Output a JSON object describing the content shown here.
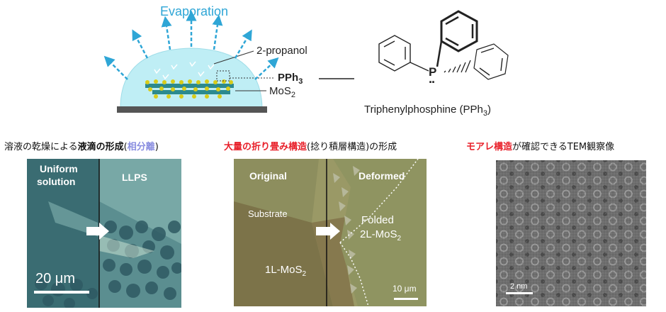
{
  "schematic": {
    "evaporation": "Evaporation",
    "solvent": "2-propanol",
    "ligand": "PPh",
    "ligand_sub": "3",
    "substrate_material": "MoS",
    "substrate_sub": "2"
  },
  "molecule": {
    "name": "Triphenylphosphine (PPh",
    "name_sub": "3",
    "name_end": ")",
    "atom": "P",
    "lone_pair": "··"
  },
  "captions": {
    "c1_pre": "溶液の乾燥による",
    "c1_bold": "液滴の形成",
    "c1_paren_open": "(",
    "c1_highlight": "相分離",
    "c1_paren_close": ")",
    "c2_highlight": "大量の折り畳み構造",
    "c2_rest": "(捻り積層構造)の形成",
    "c3_highlight": "モアレ構造",
    "c3_rest": "が確認できるTEM観察像"
  },
  "panel1": {
    "label_left_1": "Uniform",
    "label_left_2": "solution",
    "label_right": "LLPS",
    "scale": "20 μm"
  },
  "panel2": {
    "label_left": "Original",
    "label_right": "Deformed",
    "substrate": "Substrate",
    "folded_1": "Folded",
    "folded_2": "2L-MoS",
    "folded_sub": "2",
    "monolayer": "1L-MoS",
    "monolayer_sub": "2",
    "scale": "10 μm"
  },
  "panel3": {
    "scale": "2 nm"
  },
  "colors": {
    "highlight_red": "#e8202a",
    "highlight_purple": "#8a8ee0",
    "arrow_blue": "#2fa6d6",
    "droplet": "#bfeef5"
  }
}
